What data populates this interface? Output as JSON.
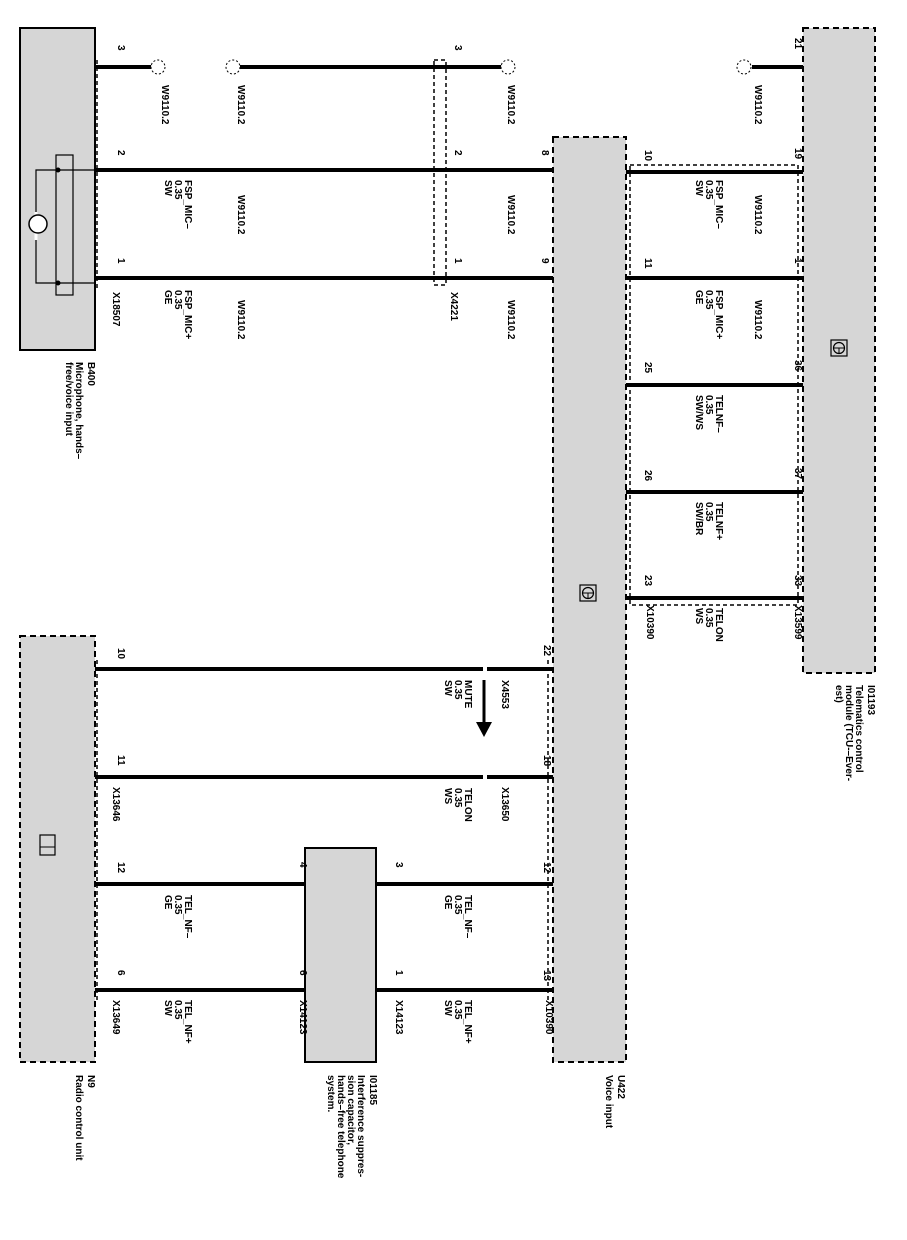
{
  "components": {
    "b400": {
      "id": "B400",
      "name_lines": [
        "Microphone, hands–",
        "free/voice input"
      ]
    },
    "i01193": {
      "id": "I01193",
      "name_lines": [
        "Telematics control",
        "module (TCU-–Ever-",
        "est)"
      ]
    },
    "u422": {
      "id": "U422",
      "name_lines": [
        "Voice input"
      ]
    },
    "i01185": {
      "id": "I01185",
      "name_lines": [
        "Interference suppres-",
        "sion capacitor,",
        "hands–free telephone",
        "system."
      ]
    },
    "n9": {
      "id": "N9",
      "name_lines": [
        "Radio control unit"
      ]
    }
  },
  "connectors": {
    "x18507": "X18507",
    "x4221": "X4221",
    "x10390_top": "X10390",
    "x13599": "X13599",
    "x4553": "X4553",
    "x13646": "X13646",
    "x13650": "X13650",
    "x13649": "X13649",
    "x14123_a": "X14123",
    "x14123_b": "X14123",
    "x10390_bottom": "X10390"
  },
  "pins": {
    "b400": [
      "3",
      "2",
      "1"
    ],
    "x4221": [
      "3",
      "2",
      "1"
    ],
    "u422_top": [
      "8",
      "9"
    ],
    "u422_mid": [
      "22",
      "18"
    ],
    "u422_bot": [
      "12",
      "13"
    ],
    "tcu_left": [
      "10",
      "11",
      "25",
      "26",
      "23"
    ],
    "tcu_right": [
      "21",
      "19",
      "1",
      "36",
      "37",
      "33"
    ],
    "n9": [
      "10",
      "11",
      "12",
      "6"
    ],
    "cap_left": [
      "4",
      "6"
    ],
    "cap_right": [
      "3",
      "1"
    ]
  },
  "wires": {
    "shield": "W9110.2",
    "mic_minus": [
      "FSP_MIC–",
      "0.35",
      "SW"
    ],
    "mic_plus": [
      "FSP_MIC+",
      "0.35",
      "GE"
    ],
    "telnf_minus_vs": [
      "TELNF–",
      "0.35",
      "SW/WS"
    ],
    "telnf_plus_br": [
      "TELNF+",
      "0.35",
      "SW/BR"
    ],
    "telon_top": [
      "TELON",
      "0.35",
      "WS"
    ],
    "mute": [
      "MUTE",
      "0.35",
      "SW"
    ],
    "telon_mid": [
      "TELON",
      "0.35",
      "WS"
    ],
    "tel_nf_minus_l": [
      "TEL_NF–",
      "0.35",
      "GE"
    ],
    "tel_nf_plus_l": [
      "TEL_NF+",
      "0.35",
      "SW"
    ],
    "tel_nf_minus_r": [
      "TEL_NF–",
      "0.35",
      "GE"
    ],
    "tel_nf_plus_r": [
      "TEL_NF+",
      "0.35",
      "SW"
    ]
  }
}
